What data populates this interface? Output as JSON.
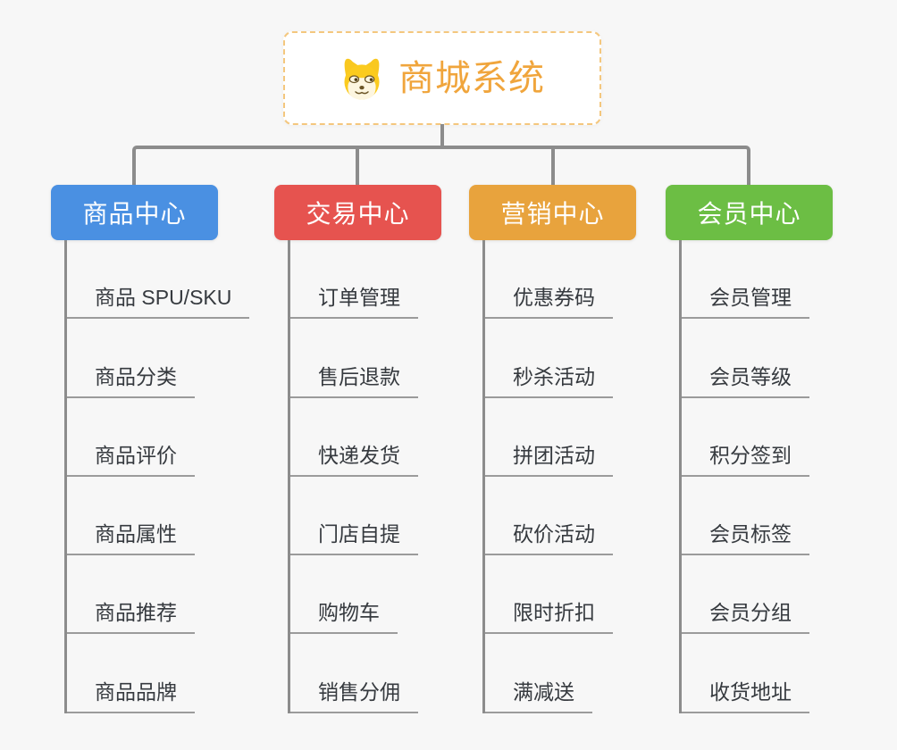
{
  "root": {
    "title": "商城系统",
    "accent_color": "#F0A53C",
    "icon": "doge-face-icon"
  },
  "branches": [
    {
      "label": "商品中心",
      "color": "#4A90E2",
      "children": [
        "商品 SPU/SKU",
        "商品分类",
        "商品评价",
        "商品属性",
        "商品推荐",
        "商品品牌"
      ]
    },
    {
      "label": "交易中心",
      "color": "#E6534F",
      "children": [
        "订单管理",
        "售后退款",
        "快递发货",
        "门店自提",
        "购物车",
        "销售分佣"
      ]
    },
    {
      "label": "营销中心",
      "color": "#E8A33D",
      "children": [
        "优惠券码",
        "秒杀活动",
        "拼团活动",
        "砍价活动",
        "限时折扣",
        "满减送"
      ]
    },
    {
      "label": "会员中心",
      "color": "#6CBE44",
      "children": [
        "会员管理",
        "会员等级",
        "积分签到",
        "会员标签",
        "会员分组",
        "收货地址"
      ]
    }
  ]
}
